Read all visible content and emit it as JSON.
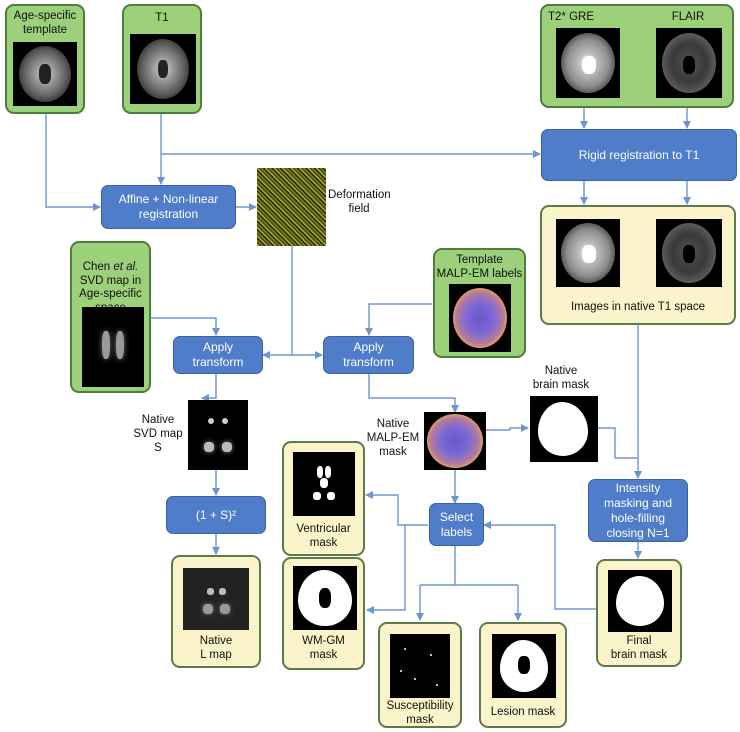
{
  "inputs": {
    "age_template_label": "Age-specific\ntemplate",
    "t1_label": "T1",
    "t2_label": "T2* GRE",
    "flair_label": "FLAIR",
    "chen_label_pre": "Chen ",
    "chen_label_em": "et al.",
    "chen_label_post": "\nSVD map in\nAge-specific\nspace",
    "template_malp_label": "Template\nMALP-EM labels"
  },
  "processes": {
    "rigid": "Rigid registration to T1",
    "affine": "Affine + Non-linear\nregistration",
    "apply1": "Apply\ntransform",
    "apply2": "Apply\ntransform",
    "power": "(1 + S)²",
    "select": "Select\nlabels",
    "intensity": "Intensity\nmasking and\nhole-filling\nclosing N=1"
  },
  "outputs": {
    "deformation": "Deformation\nfield",
    "native_t1_images": "Images in native T1 space",
    "native_svd": "Native\nSVD map\nS",
    "native_malp": "Native\nMALP-EM\nmask",
    "native_brain_mask": "Native\nbrain mask",
    "ventricular": "Ventricular\nmask",
    "wmgm": "WM-GM\nmask",
    "native_l": "Native\nL map",
    "susceptibility": "Susceptibility\nmask",
    "lesion": "Lesion mask",
    "final_brain": "Final\nbrain mask"
  },
  "colors": {
    "input_fill": "#9dd07a",
    "output_fill": "#fbf3c9",
    "process_fill": "#4f7dc9",
    "edge": "#6f95cf"
  }
}
